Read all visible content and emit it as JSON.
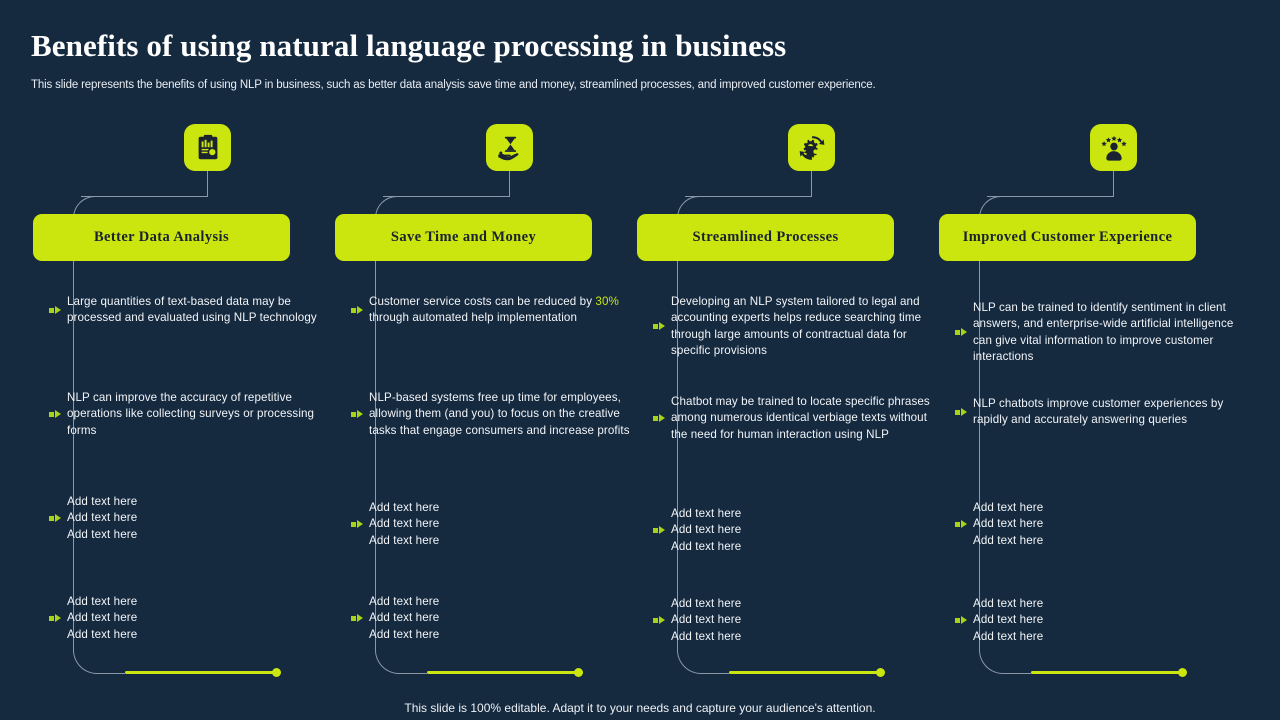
{
  "slide": {
    "title": "Benefits of using natural language processing in business",
    "subtitle": "This slide represents the benefits of using NLP in business, such as better data analysis save time and money, streamlined processes, and improved customer experience.",
    "footer": "This slide is 100% editable. Adapt it to your needs and capture your audience's attention."
  },
  "colors": {
    "background": "#15293f",
    "accent": "#cbe60e",
    "marker": "#a8d316",
    "connector": "#8b98a8",
    "pill_text": "#1b2230",
    "body_text": "#f2f5f8"
  },
  "columns": [
    {
      "icon": "clipboard-magnifier-icon",
      "title": "Better Data Analysis",
      "bullets": [
        {
          "text": "Large quantities of text-based data may be processed and evaluated using NLP technology"
        },
        {
          "text": "NLP can improve the accuracy of repetitive operations like collecting surveys or processing forms"
        },
        {
          "text": "Add text here\nAdd text here\nAdd text here"
        },
        {
          "text": "Add text here\nAdd text here\nAdd text here"
        }
      ]
    },
    {
      "icon": "hourglass-hand-icon",
      "title": "Save Time and Money",
      "bullets": [
        {
          "pre": "Customer service costs can be reduced by ",
          "highlight": "30%",
          "post": " through automated help implementation"
        },
        {
          "text": "NLP-based systems free up time for employees, allowing them (and you) to focus on the creative tasks that engage consumers and increase profits"
        },
        {
          "text": "Add text here\nAdd text here\nAdd text here"
        },
        {
          "text": "Add text here\nAdd text here\nAdd text here"
        }
      ]
    },
    {
      "icon": "gears-cycle-icon",
      "title": "Streamlined Processes",
      "bullets": [
        {
          "text": "Developing an NLP system tailored to legal and accounting experts helps reduce searching time through large amounts of contractual data for specific provisions"
        },
        {
          "text": "Chatbot may be trained to locate specific phrases among numerous identical verbiage texts without the need for human interaction using NLP"
        },
        {
          "text": "Add text here\nAdd text here\nAdd text here"
        },
        {
          "text": "Add text here\nAdd text here\nAdd text here"
        }
      ]
    },
    {
      "icon": "person-stars-icon",
      "title": "Improved Customer Experience",
      "bullets": [
        {
          "text": "NLP can be trained to identify sentiment in client answers, and enterprise-wide artificial intelligence can give vital information to improve customer interactions"
        },
        {
          "text": "NLP chatbots improve customer experiences by rapidly and accurately answering queries"
        },
        {
          "text": "Add text here\nAdd text here\nAdd text here"
        },
        {
          "text": "Add text here\nAdd text here\nAdd text here"
        }
      ]
    }
  ]
}
